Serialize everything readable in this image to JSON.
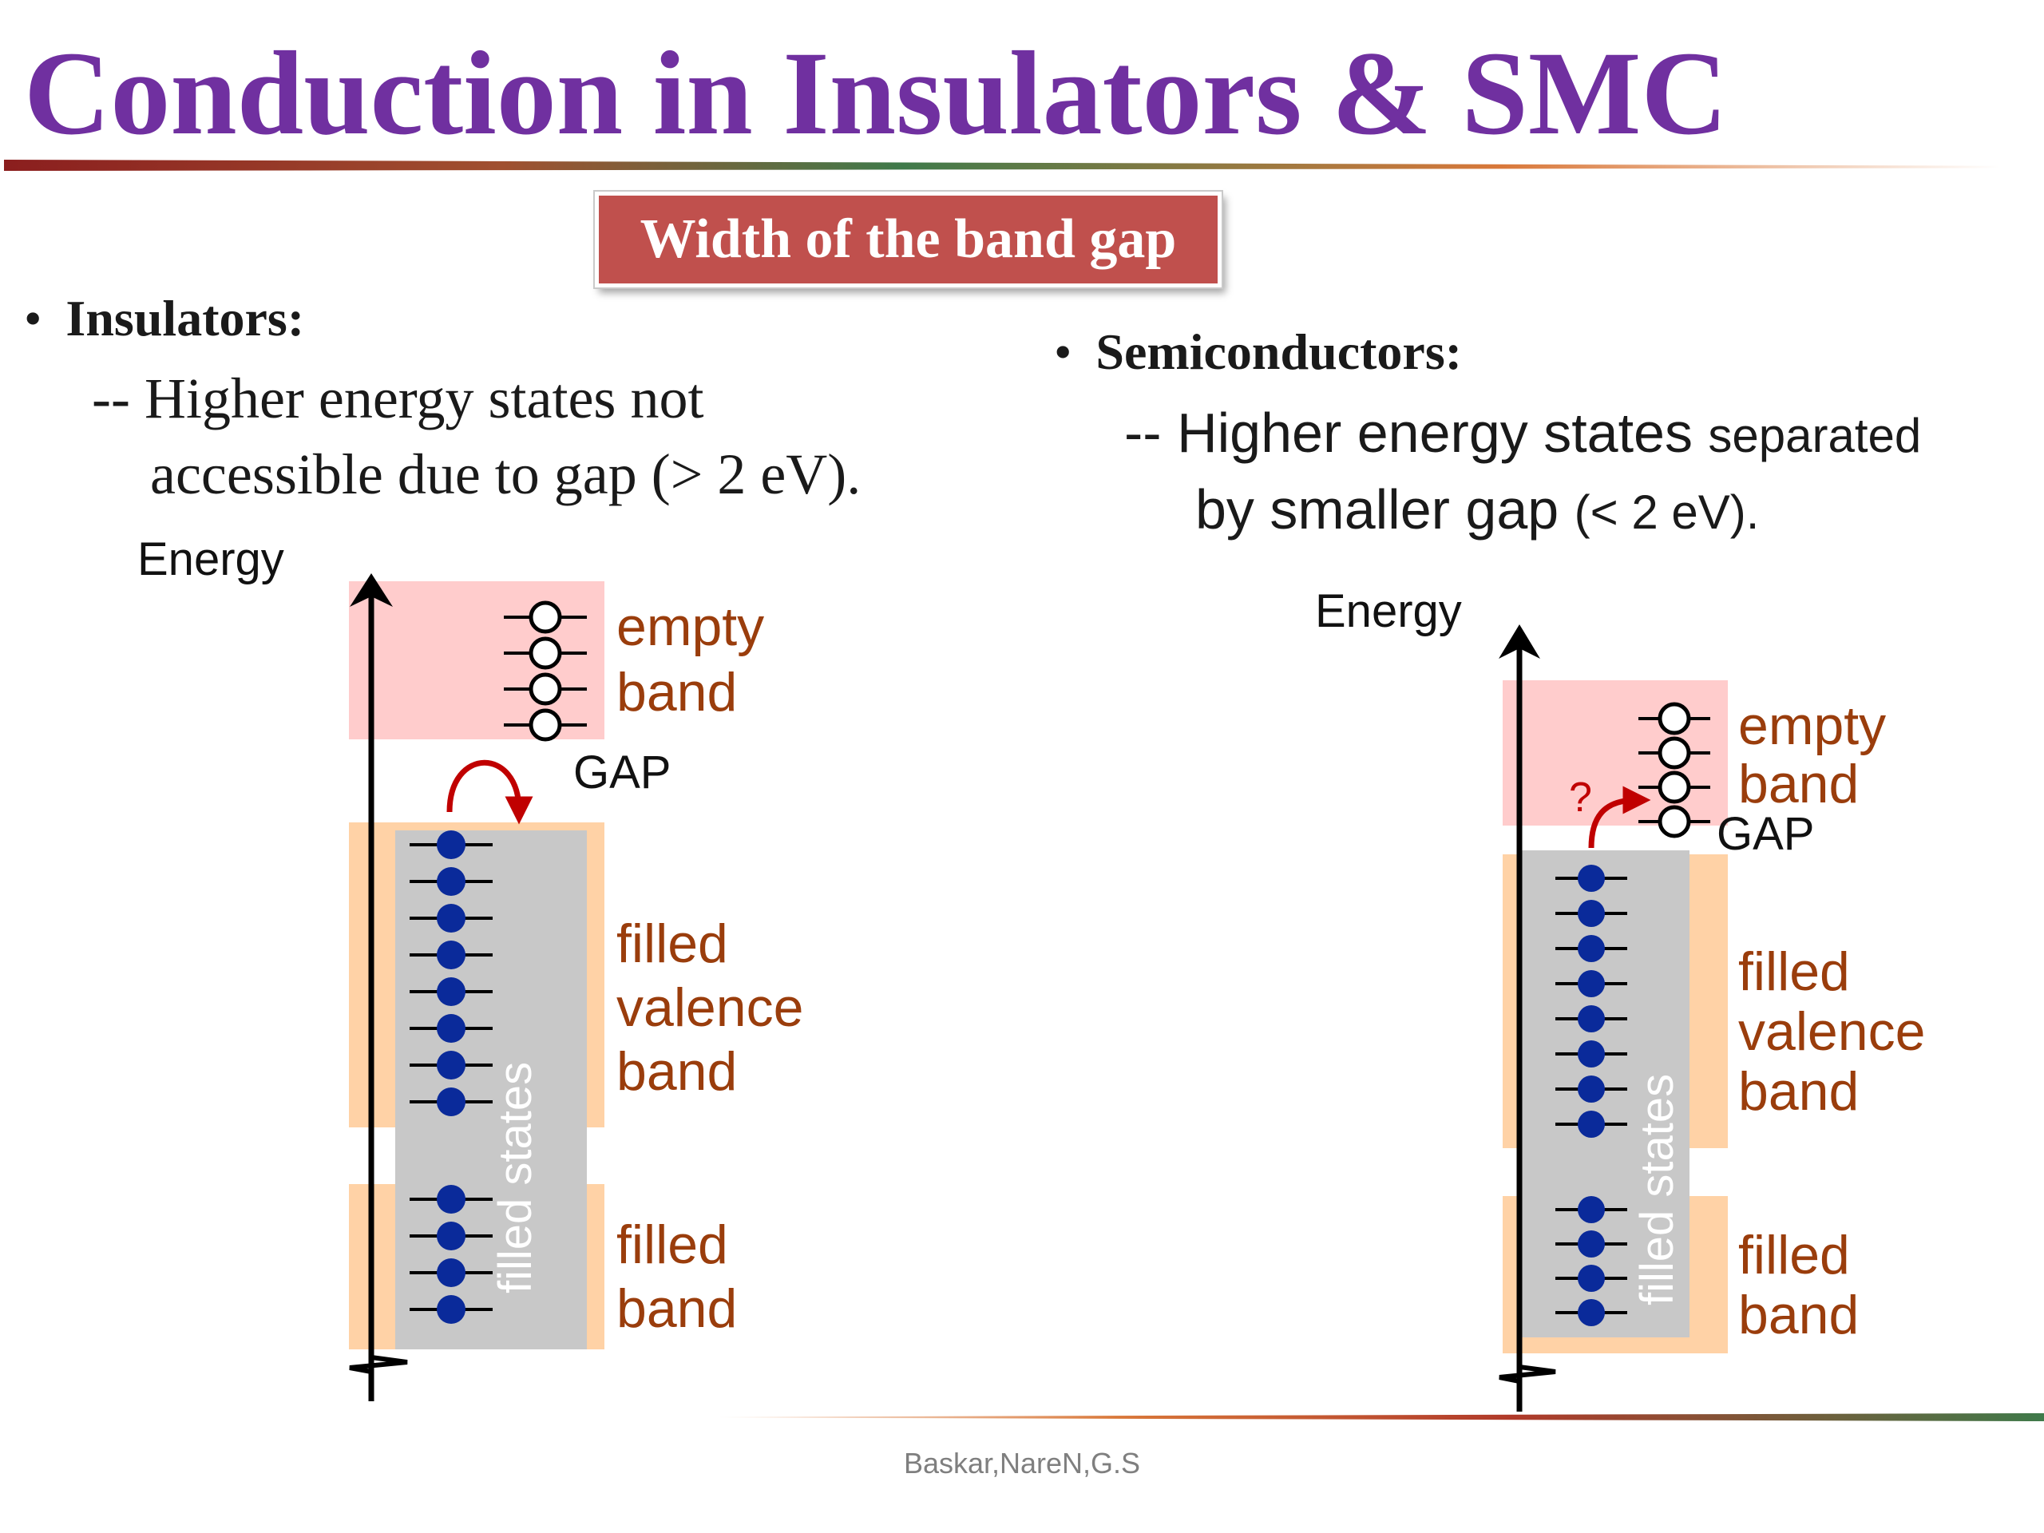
{
  "title": "Conduction in Insulators & SMC",
  "banner": "Width of the band gap",
  "insulators": {
    "bullet": "•",
    "heading": "Insulators:",
    "line1": "-- Higher energy states not",
    "line2": "accessible due to gap (> 2 eV)."
  },
  "semiconductors": {
    "bullet": "•",
    "heading": "Semiconductors:",
    "line1_main": "-- Higher energy states",
    "line1_small": "separated",
    "line2_main": "by smaller gap",
    "line2_small": "(< 2 eV)."
  },
  "diagram_left": {
    "axis_label": "Energy",
    "gap_label": "GAP",
    "empty_band": [
      "empty",
      "band"
    ],
    "valence_band": [
      "filled",
      "valence",
      "band"
    ],
    "filled_band": [
      "filled",
      "band"
    ],
    "filled_states": "filled states"
  },
  "diagram_right": {
    "axis_label": "Energy",
    "gap_label": "GAP",
    "question_mark": "?",
    "empty_band": [
      "empty",
      "band"
    ],
    "valence_band": [
      "filled",
      "valence",
      "band"
    ],
    "filled_band": [
      "filled",
      "band"
    ],
    "filled_states": "filled states"
  },
  "colors": {
    "title": "#7030A0",
    "banner": "#c0504d",
    "empty_band": "#ffcccc",
    "filled_band": "#ffd2a6",
    "filled_states": "#c8c8c8",
    "electron": "#0a2a9a",
    "arrow": "#c00000",
    "band_label": "#9a3d0c"
  },
  "footer": "Baskar,NareN,G.S"
}
